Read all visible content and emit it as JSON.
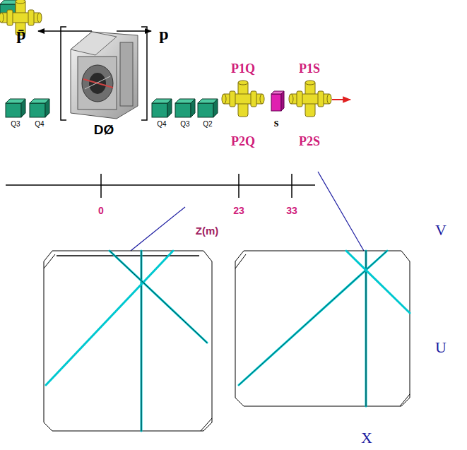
{
  "diagram": {
    "labels": [
      "p̄",
      "p",
      "Q3",
      "Q4",
      "DØ",
      "Q4",
      "Q3",
      "Q2",
      "P1Q",
      "s",
      "P1S",
      "P2Q",
      "P2S",
      "0",
      "23",
      "33",
      "Z(m)",
      "V",
      "U",
      "X"
    ]
  }
}
